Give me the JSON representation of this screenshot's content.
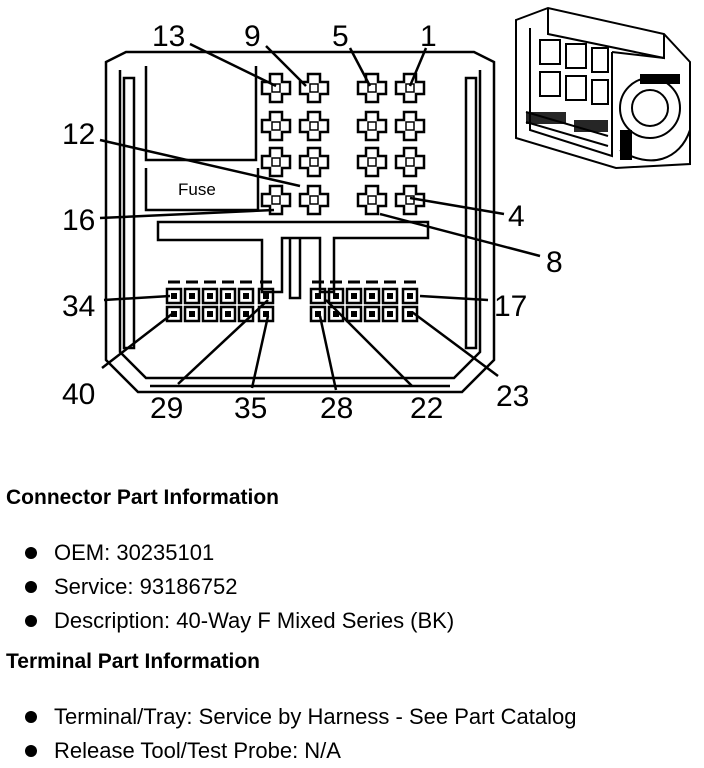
{
  "diagram": {
    "fuse_label": "Fuse",
    "pin_labels": [
      "13",
      "9",
      "5",
      "1",
      "12",
      "16",
      "4",
      "8",
      "34",
      "17",
      "40",
      "23",
      "29",
      "35",
      "28",
      "22"
    ]
  },
  "connector": {
    "title": "Connector Part Information",
    "items": [
      "OEM: 30235101",
      "Service: 93186752",
      "Description: 40-Way F Mixed Series (BK)"
    ]
  },
  "terminal": {
    "title": "Terminal Part Information",
    "items": [
      "Terminal/Tray: Service by Harness - See Part Catalog",
      "Release Tool/Test Probe: N/A"
    ]
  }
}
